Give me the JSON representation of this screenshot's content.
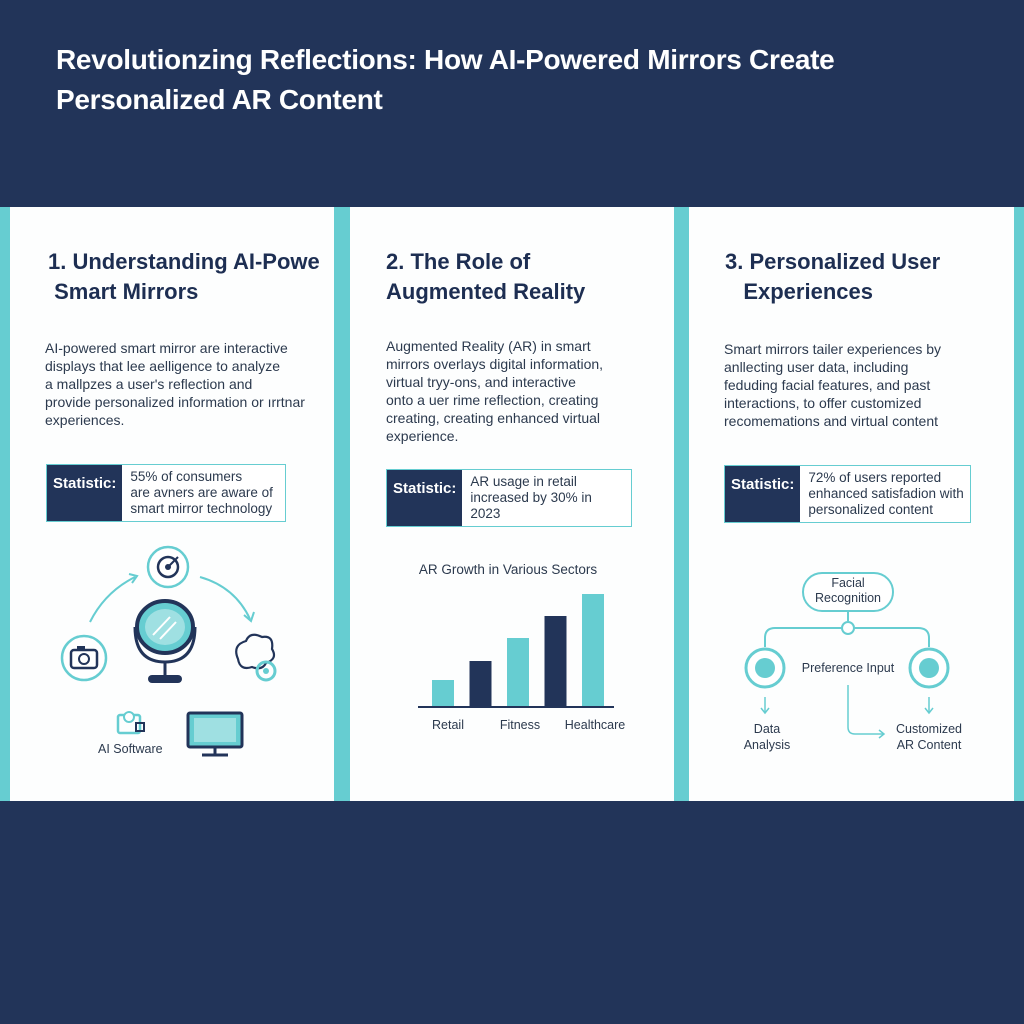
{
  "title": "Revolutionzing Reflections: How AI-Powered Mirrors Create\nPersonalized AR Content",
  "colors": {
    "navy": "#223459",
    "teal": "#66cdd1",
    "panel": "#fdfefe"
  },
  "panels": [
    {
      "heading": "1. Understanding AI-Powe\n Smart Mirrors",
      "body": "AI-powered smart mirror are interactive\ndisplays that lee aelligence to analyze\na mallpzes a user's reflection and\nprovide personalized information or ırrtnar\nexperiences.",
      "stat_label": "Statistic:",
      "stat_text": "55% of consumers\nare avners are aware of\nsmart mirror technology",
      "diagram": {
        "software_label": "AI Software",
        "icons": [
          "target-icon",
          "mirror-icon",
          "camera-icon",
          "brain-gear-icon",
          "software-icon",
          "monitor-icon"
        ]
      }
    },
    {
      "heading": "2. The Role of\nAugmented Reality",
      "body": "Augmented Reality (AR) in smart\nmirrors overlays digital information,\nvirtual tryy-ons, and interactive\nonto a uer rime reflection, creating\ncreating, creating enhanced virtual\nexperience.",
      "stat_label": "Statistic:",
      "stat_text": "AR usage in retail\nincreased by 30% in\n2023"
    },
    {
      "heading": "3. Personalized User\n   Experiences",
      "body": "Smart mirrors tailer experiences by\nanllecting user data, including\nfeduding facial features, and past\ninteractions, to offer customized\nrecomemations and virtual content",
      "stat_label": "Statistic:",
      "stat_text": "72% of users reported\nenhanced satisfadion with\npersonalized content",
      "flow": {
        "top": "Facial\nRecognition",
        "middle": "Preference Input",
        "left": "Data\nAnalysis",
        "right": "Customized\nAR Content"
      }
    }
  ],
  "chart_data": {
    "type": "bar",
    "title": "AR Growth in Various Sectors",
    "categories": [
      "",
      "Retail",
      "",
      "Fitness",
      "",
      "Healthcare"
    ],
    "tick_labels": [
      "Retail",
      "Fitness",
      "Healthcare"
    ],
    "values": [
      27,
      46,
      69,
      91,
      113
    ],
    "bar_colors": [
      "#66cdd1",
      "#223459",
      "#66cdd1",
      "#223459",
      "#66cdd1"
    ],
    "ylim": [
      0,
      120
    ],
    "grid": false
  }
}
